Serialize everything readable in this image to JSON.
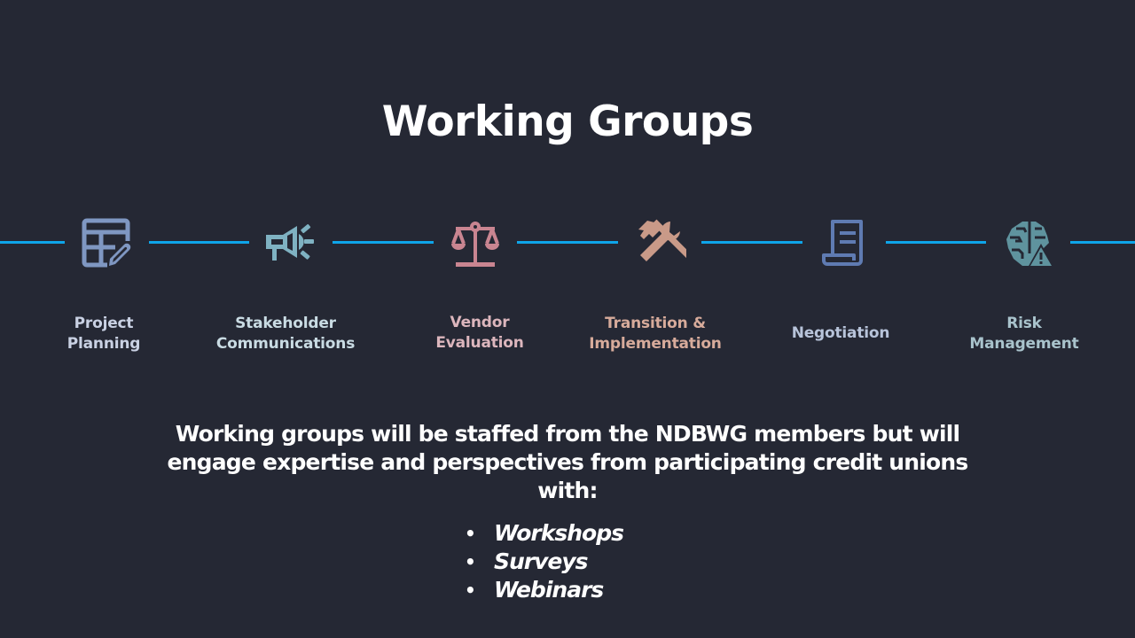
{
  "slide": {
    "title": "Working Groups",
    "colors": {
      "background": "#252834",
      "connector_line": "#0ea5e9",
      "title_text": "#ffffff"
    }
  },
  "groups": [
    {
      "label_line1": "Project",
      "label_line2": "Planning",
      "icon": "table-edit-icon",
      "icon_color": "#7f97c2",
      "label_color": "#c9d1e3"
    },
    {
      "label_line1": "Stakeholder",
      "label_line2": "Communications",
      "icon": "megaphone-icon",
      "icon_color": "#7fb2c2",
      "label_color": "#c9dbe3"
    },
    {
      "label_line1": "Vendor",
      "label_line2": "Evaluation",
      "icon": "scales-icon",
      "icon_color": "#c98591",
      "label_color": "#dcb6bd"
    },
    {
      "label_line1": "Transition &",
      "label_line2": "Implementation",
      "icon": "hammer-wrench-icon",
      "icon_color": "#c99a88",
      "label_color": "#d7ab9b"
    },
    {
      "label_line1": "Negotiation",
      "label_line2": "",
      "icon": "document-scroll-icon",
      "icon_color": "#5f7bb2",
      "label_color": "#b8c4da"
    },
    {
      "label_line1": "Risk",
      "label_line2": "Management",
      "icon": "brain-warning-icon",
      "icon_color": "#5f939e",
      "label_color": "#a9c3cc"
    }
  ],
  "body": {
    "paragraph": "Working groups will be staffed from the NDBWG members but will engage expertise and perspectives from participating credit unions with:",
    "bullet_char": "•",
    "bullets": [
      "Workshops",
      "Surveys",
      "Webinars"
    ]
  }
}
